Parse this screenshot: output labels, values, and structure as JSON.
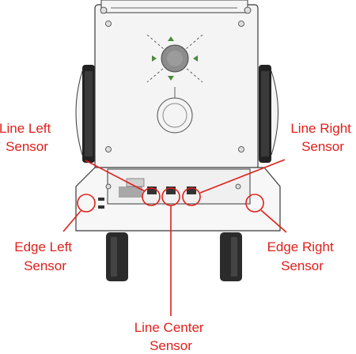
{
  "labels": {
    "line_left": [
      "Line Left",
      "Sensor"
    ],
    "line_right": [
      "Line Right",
      "Sensor"
    ],
    "edge_left": [
      "Edge Left",
      "Sensor"
    ],
    "edge_right": [
      "Edge Right",
      "Sensor"
    ],
    "line_center": [
      "Line Center",
      "Sensor"
    ]
  },
  "colors": {
    "callout": "#e0201b",
    "outline": "#3a3a3a",
    "body": "#f4f4f4",
    "tire": "#222222",
    "motor": "#8c8c8c"
  }
}
